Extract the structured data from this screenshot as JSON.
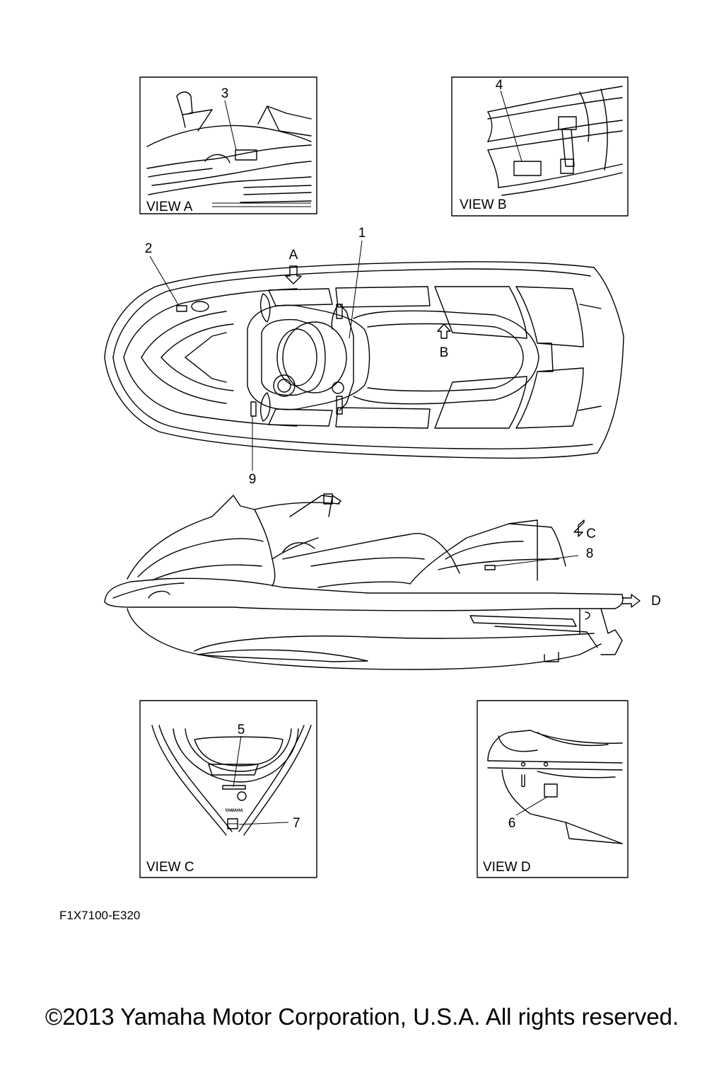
{
  "views": {
    "a": "VIEW A",
    "b": "VIEW B",
    "c": "VIEW C",
    "d": "VIEW D"
  },
  "callouts": {
    "n1": "1",
    "n2": "2",
    "n3": "3",
    "n4": "4",
    "n5": "5",
    "n6": "6",
    "n7": "7",
    "n8": "8",
    "n9": "9"
  },
  "arrows": {
    "a": "A",
    "b": "B",
    "c": "C",
    "d": "D"
  },
  "brand_mark": "YAMAHA",
  "diagram_code": "F1X7100-E320",
  "copyright": "©2013 Yamaha Motor Corporation, U.S.A. All rights reserved."
}
